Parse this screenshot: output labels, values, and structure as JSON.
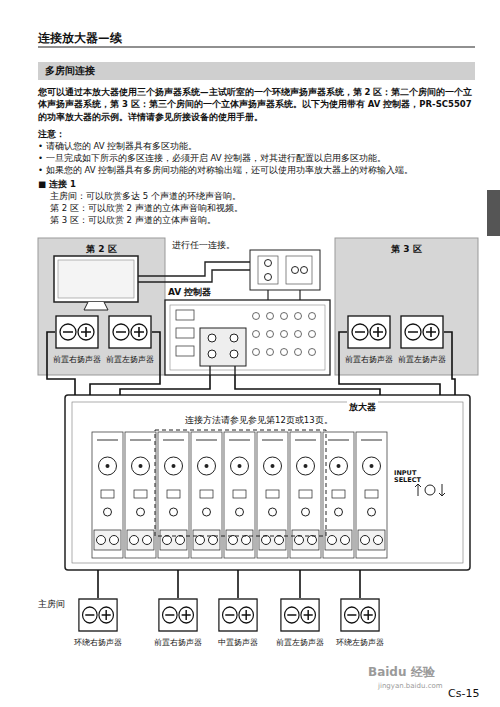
{
  "diagram": {
    "nodes": [
      {
        "text": [
          "多房间连接"
        ]
      },
      {
        "text": [
          "第 2 区"
        ]
      },
      {
        "text": [
          "前置右扬声器"
        ],
        "in": 1
      },
      {
        "text": [
          "前置左扬声器"
        ],
        "in": 1
      },
      {
        "text": [
          "第 3 区"
        ]
      },
      {
        "text": [
          "前置右扬声器"
        ],
        "in": 4
      },
      {
        "text": [
          "前置左扬声器"
        ],
        "in": 4
      },
      {
        "text": [
          "AV 控制器"
        ]
      },
      {
        "text": [
          "放大器",
          "连接方法请参见参见第12页或13页。"
        ]
      },
      {
        "text": [
          "环绕右扬声器"
        ]
      },
      {
        "text": [
          "前置右扬声器"
        ]
      },
      {
        "text": [
          "中置扬声器"
        ]
      },
      {
        "text": [
          "前置左扬声器"
        ]
      },
      {
        "text": [
          "环绕左扬声器"
        ]
      }
    ],
    "edges": [
      {
        "from": 8,
        "to": 2,
        "arrow": "none"
      },
      {
        "from": 8,
        "to": 3,
        "arrow": "none"
      },
      {
        "from": 8,
        "to": 5,
        "arrow": "none"
      },
      {
        "from": 8,
        "to": 6,
        "arrow": "none"
      },
      {
        "from": 7,
        "to": 8,
        "arrow": "none"
      },
      {
        "from": 7,
        "to": 8,
        "arrow": "none"
      },
      {
        "from": 8,
        "to": 9,
        "arrow": "none"
      },
      {
        "from": 8,
        "to": 10,
        "arrow": "none"
      },
      {
        "from": 8,
        "to": 11,
        "arrow": "none"
      },
      {
        "from": 8,
        "to": 12,
        "arrow": "none"
      },
      {
        "from": 8,
        "to": 13,
        "arrow": "none"
      }
    ],
    "labels": [
      "连接放大器—续",
      "您可以通过本放大器使用三个扬声器系统—主试听室的一个环绕声扬声器系统，第 2 区：第二个房间的一个立体声扬声器系统，第 3 区：第三个房间的一个立体声扬声器系统。以下为使用带有 AV 控制器，PR-SC5507 的功率放大器的示例。详情请参见所接设备的使用手册。",
      "注意：",
      "• 请确认您的 AV 控制器具有多区功能。",
      "• 一旦完成如下所示的多区连接，必须开启 AV 控制器，对其进行配置以启用多区功能。",
      "• 如果您的 AV 控制器具有多房间功能的对称输出端，还可以使用功率放大器上的对称输入端。",
      "■ 连接 1",
      "主房间：可以欣赏多达 5 个声道的环绕声音响。",
      "第 2 区：可以欣赏 2 声道的立体声音响和视频。",
      "第 3 区：可以欣赏 2 声道的立体声音响。",
      "进行任一连接。",
      "INPUT SELECT",
      "主房间",
      "Cs-15",
      "Baidu 经验",
      "jingyan.baidu.com"
    ]
  }
}
